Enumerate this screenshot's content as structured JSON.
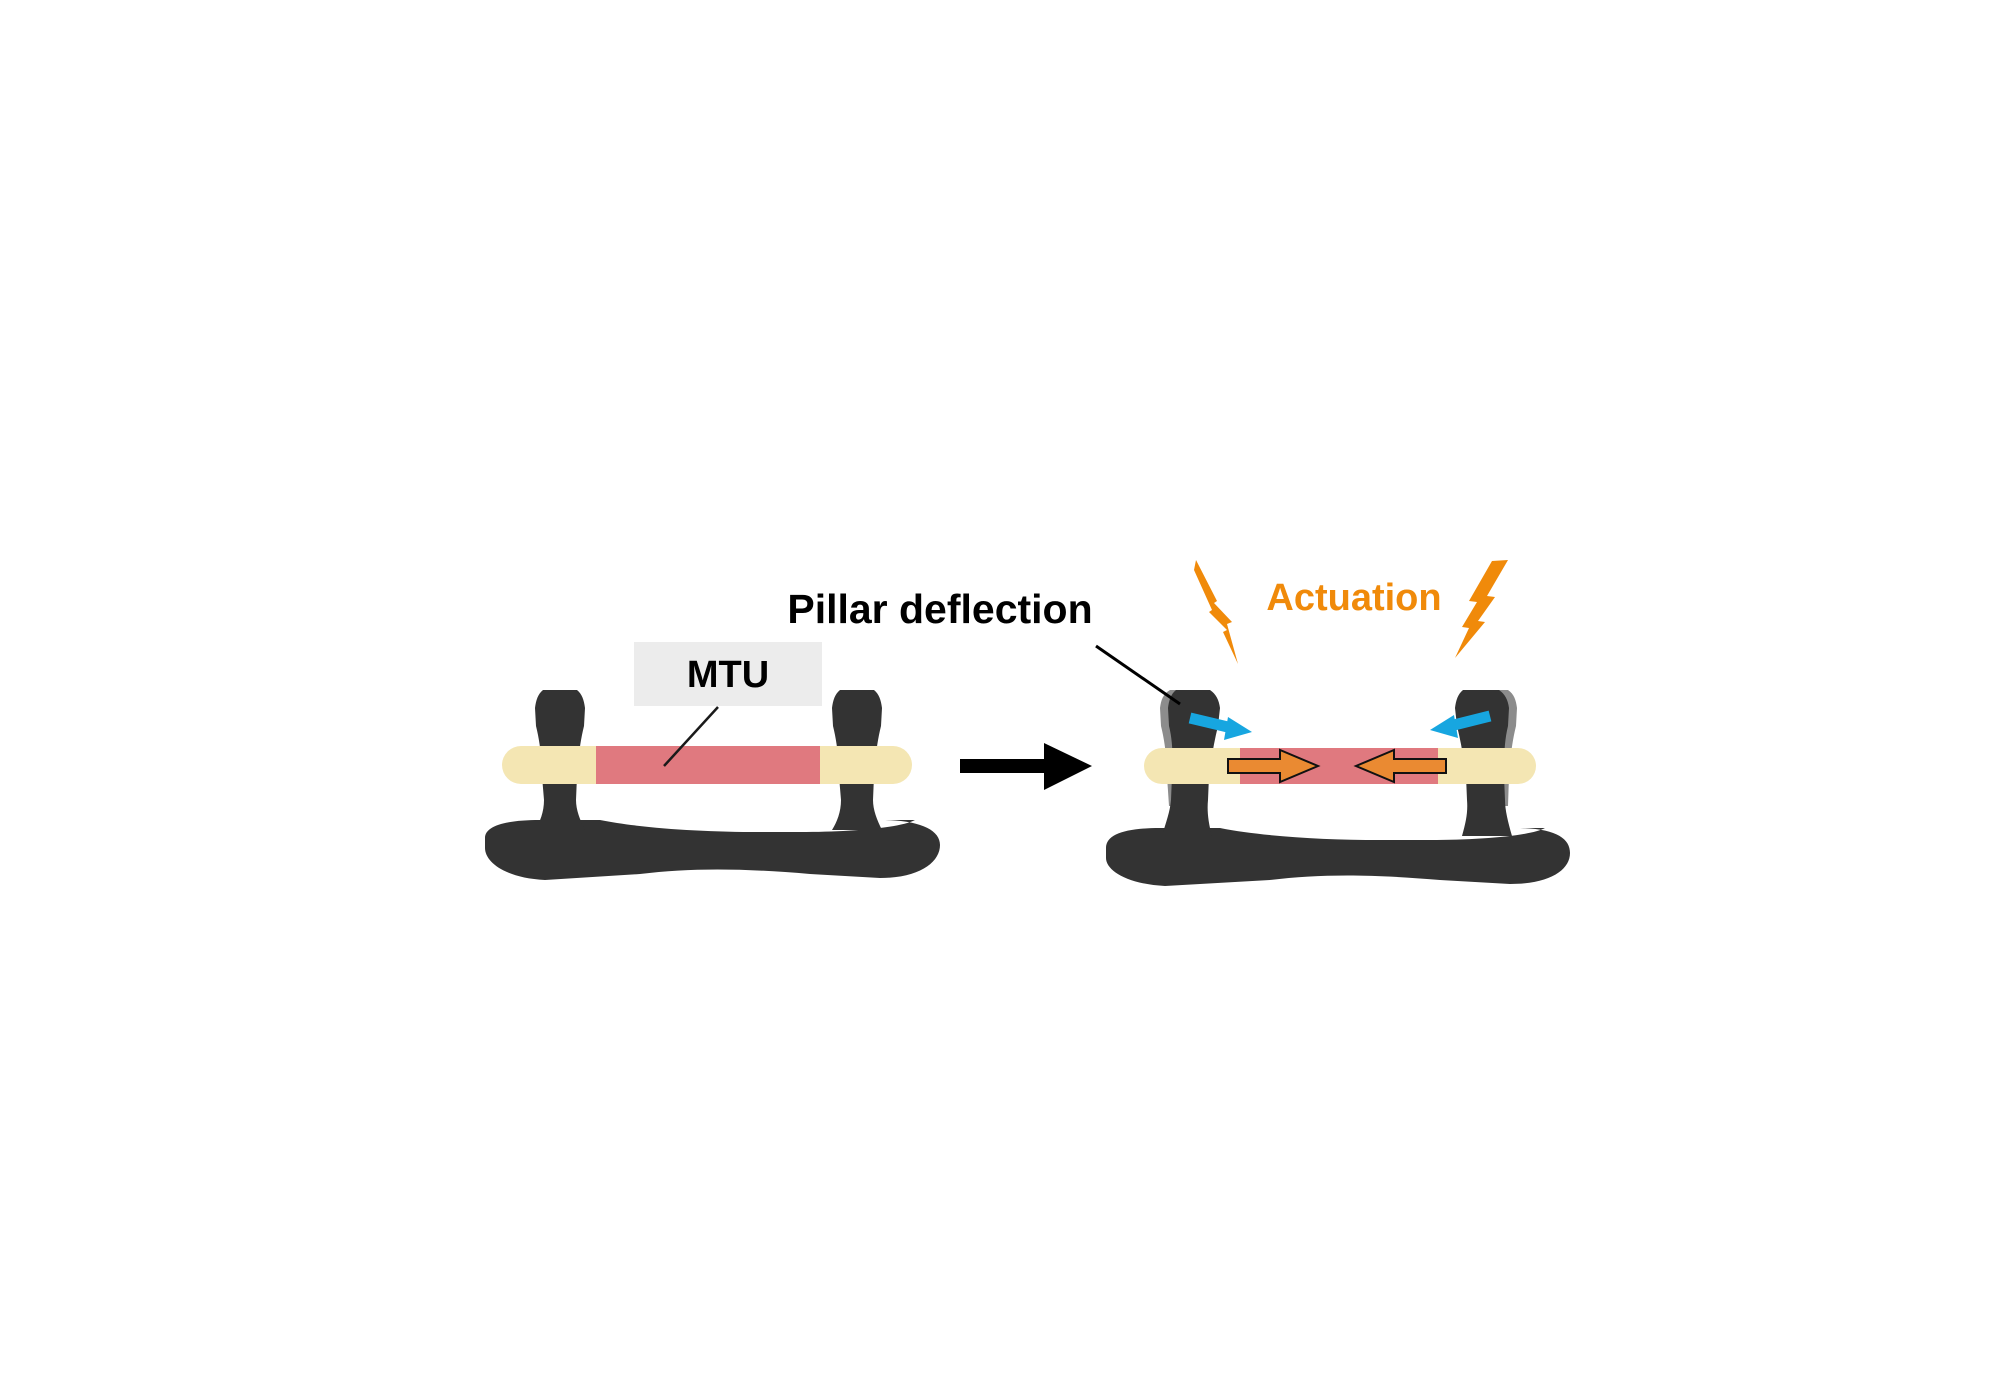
{
  "labels": {
    "mtu": "MTU",
    "pillar_deflection": "Pillar deflection",
    "actuation": "Actuation"
  },
  "colors": {
    "pillar": "#333333",
    "pillar_ghost": "#8c8c8c",
    "tendon": "#f4e6b3",
    "muscle": "#e0797f",
    "mtu_label_box": "#ececec",
    "actuation": "#f08a0a",
    "deflection_arrow": "#17a6e0",
    "contraction_arrow": "#ea8a32",
    "step_arrow": "#000000"
  }
}
